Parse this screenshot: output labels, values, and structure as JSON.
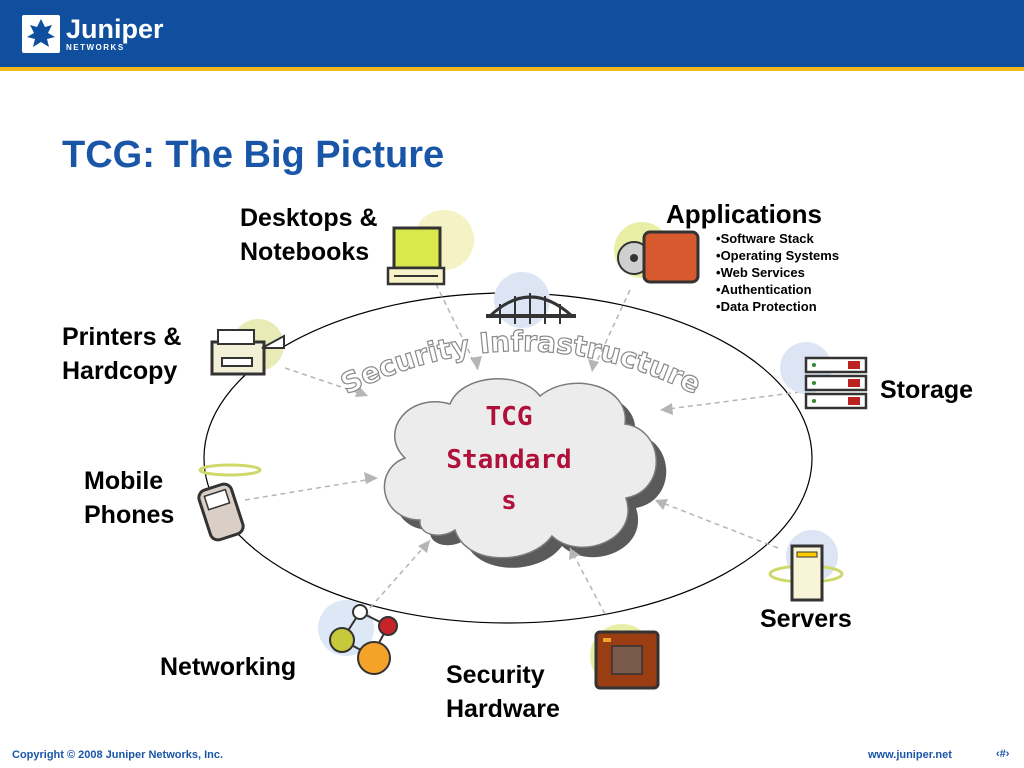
{
  "header": {
    "logo_name": "Juniper",
    "logo_sub": "NETWORKS",
    "brand_color": "#0f4f9e",
    "stripe_color": "#f4b81c"
  },
  "slide": {
    "title": "TCG: The Big Picture"
  },
  "diagram": {
    "center_label_lines": [
      "TCG",
      "Standard",
      "s"
    ],
    "ring_label": "Security Infrastructure",
    "nodes": {
      "desktops": [
        "Desktops &",
        "Notebooks"
      ],
      "applications": "Applications",
      "printers": [
        "Printers &",
        "Hardcopy"
      ],
      "storage": "Storage",
      "mobile": [
        "Mobile",
        "Phones"
      ],
      "servers": "Servers",
      "networking": "Networking",
      "security_hardware": [
        "Security",
        "Hardware"
      ]
    },
    "application_items": [
      "Software Stack",
      "Operating Systems",
      "Web Services",
      "Authentication",
      "Data Protection"
    ],
    "center_text_color": "#b0103a"
  },
  "footer": {
    "copyright": "Copyright © 2008 Juniper Networks, Inc.",
    "url": "www.juniper.net",
    "page_number": "‹#›"
  }
}
